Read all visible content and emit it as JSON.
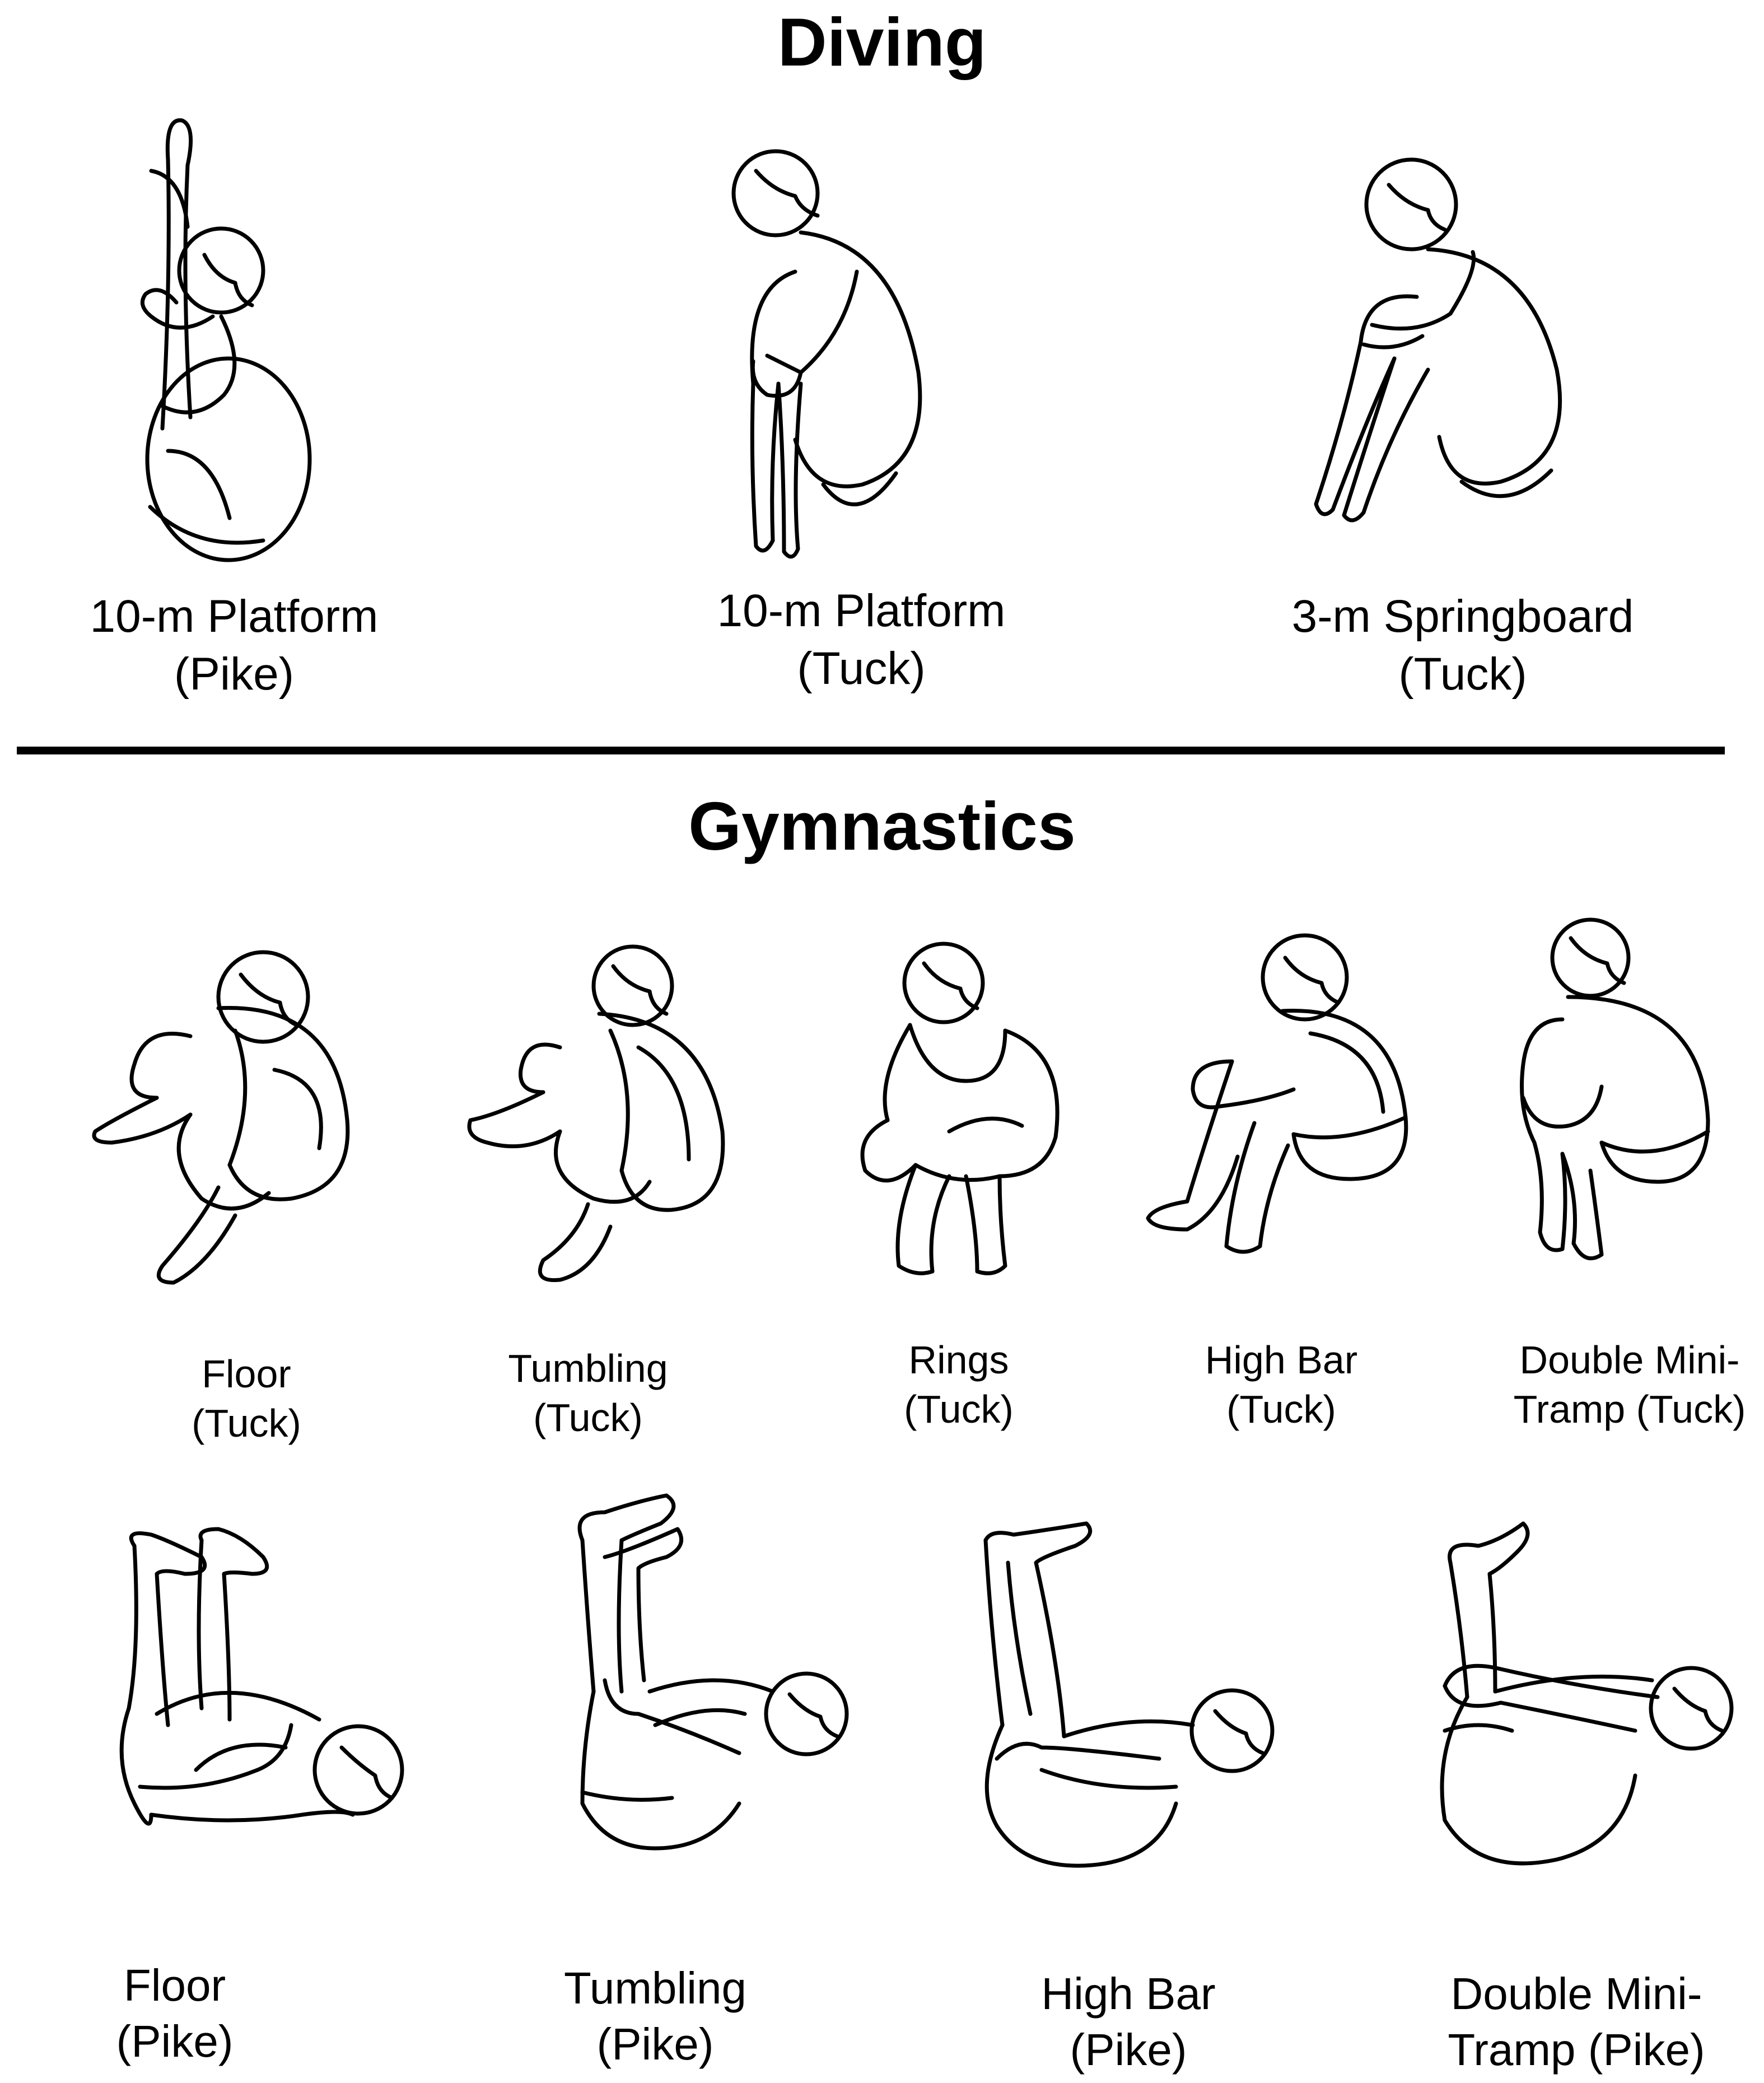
{
  "diving": {
    "title": "Diving",
    "items": [
      {
        "line1": "10-m Platform",
        "line2": "(Pike)",
        "icon": "diver-pike-icon"
      },
      {
        "line1": "10-m Platform",
        "line2": "(Tuck)",
        "icon": "diver-tuck-icon"
      },
      {
        "line1": "3-m Springboard",
        "line2": "(Tuck)",
        "icon": "diver-tuck-icon"
      }
    ]
  },
  "gymnastics": {
    "title": "Gymnastics",
    "tuck": [
      {
        "line1": "Floor",
        "line2": "(Tuck)",
        "icon": "gymnast-tuck-icon"
      },
      {
        "line1": "Tumbling",
        "line2": "(Tuck)",
        "icon": "gymnast-tuck-icon"
      },
      {
        "line1": "Rings",
        "line2": "(Tuck)",
        "icon": "gymnast-tuck-icon"
      },
      {
        "line1": "High Bar",
        "line2": "(Tuck)",
        "icon": "gymnast-tuck-icon"
      },
      {
        "line1": "Double Mini-",
        "line2": "Tramp (Tuck)",
        "icon": "gymnast-tuck-icon"
      }
    ],
    "pike": [
      {
        "line1": "Floor",
        "line2": "(Pike)",
        "icon": "gymnast-pike-icon"
      },
      {
        "line1": "Tumbling",
        "line2": "(Pike)",
        "icon": "gymnast-pike-icon"
      },
      {
        "line1": "High Bar",
        "line2": "(Pike)",
        "icon": "gymnast-pike-icon"
      },
      {
        "line1": "Double Mini-",
        "line2": "Tramp (Pike)",
        "icon": "gymnast-pike-icon"
      }
    ]
  }
}
